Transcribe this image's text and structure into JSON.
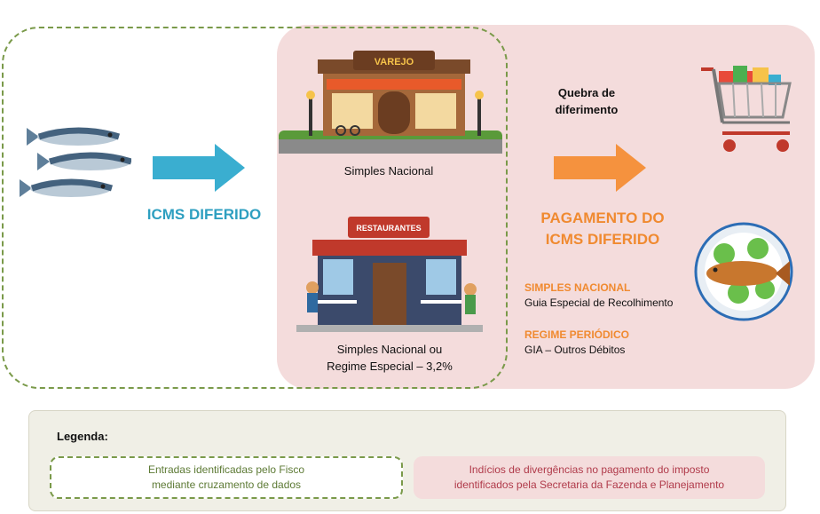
{
  "left_flow": {
    "label": "ICMS DIFERIDO"
  },
  "varejo": {
    "sign": "VAREJO",
    "caption": "Simples Nacional"
  },
  "restaurante": {
    "sign": "RESTAURANTES",
    "caption_line1": "Simples Nacional ou",
    "caption_line2": "Regime Especial – 3,2%"
  },
  "right_flow": {
    "quebra_line1": "Quebra de",
    "quebra_line2": "diferimento",
    "title_line1": "PAGAMENTO DO",
    "title_line2": "ICMS DIFERIDO",
    "regimes": [
      {
        "name": "SIMPLES NACIONAL",
        "desc": "Guia Especial de Recolhimento"
      },
      {
        "name": "REGIME PERIÓDICO",
        "desc": "GIA – Outros Débitos"
      }
    ]
  },
  "legend": {
    "title": "Legenda:",
    "green_line1": "Entradas identificadas pelo Fisco",
    "green_line2": "mediante cruzamento de dados",
    "pink_line1": "Indícios de divergências no pagamento do imposto",
    "pink_line2": "identificados pela Secretaria da Fazenda e Planejamento"
  },
  "colors": {
    "blue_arrow": "#3aaed0",
    "orange_arrow": "#f5923e",
    "pink_region": "#f4dcdc",
    "green_dash": "#7a9a4a"
  }
}
